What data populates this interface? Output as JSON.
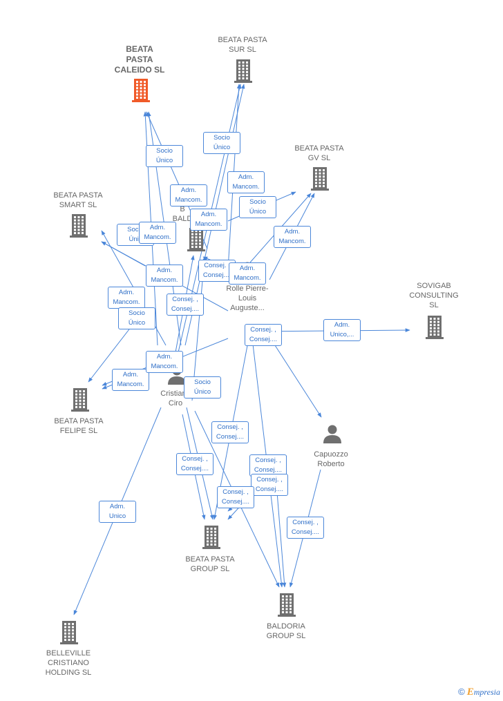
{
  "colors": {
    "edge": "#4a86d9",
    "building": "#6f6f6f",
    "building_primary": "#f05a28",
    "person": "#6f6f6f",
    "label": "#666666",
    "edge_text": "#2f6fc7"
  },
  "nodes": [
    {
      "id": "caleido",
      "kind": "company",
      "primary": true,
      "lines": [
        "BEATA",
        "PASTA",
        "CALEIDO SL"
      ],
      "icon": "building-icon"
    },
    {
      "id": "sur",
      "kind": "company",
      "lines": [
        "BEATA PASTA",
        "SUR SL"
      ],
      "icon": "building-icon"
    },
    {
      "id": "gv",
      "kind": "company",
      "lines": [
        "BEATA PASTA",
        "GV SL"
      ],
      "icon": "building-icon"
    },
    {
      "id": "smart",
      "kind": "company",
      "lines": [
        "BEATA PASTA",
        "SMART SL"
      ],
      "icon": "building-icon"
    },
    {
      "id": "baldoria_mid",
      "kind": "company",
      "lines": [
        "B",
        "BALD"
      ],
      "icon": "building-icon"
    },
    {
      "id": "sovigab",
      "kind": "company",
      "lines": [
        "SOVIGAB",
        "CONSULTING",
        "SL"
      ],
      "icon": "building-icon"
    },
    {
      "id": "rolle",
      "kind": "person",
      "lines": [
        "Rolle Pierre-",
        "Louis",
        "Auguste..."
      ],
      "icon": "person-icon"
    },
    {
      "id": "cristiano",
      "kind": "person",
      "lines": [
        "Cristiano",
        "Ciro"
      ],
      "icon": "person-icon"
    },
    {
      "id": "felipe",
      "kind": "company",
      "lines": [
        "BEATA PASTA",
        "FELIPE SL"
      ],
      "icon": "building-icon"
    },
    {
      "id": "capuozzo",
      "kind": "person",
      "lines": [
        "Capuozzo",
        "Roberto"
      ],
      "icon": "person-icon"
    },
    {
      "id": "group",
      "kind": "company",
      "lines": [
        "BEATA PASTA",
        "GROUP SL"
      ],
      "icon": "building-icon"
    },
    {
      "id": "baldoria",
      "kind": "company",
      "lines": [
        "BALDORIA",
        "GROUP SL"
      ],
      "icon": "building-icon"
    },
    {
      "id": "belleville",
      "kind": "company",
      "lines": [
        "BELLEVILLE",
        "CRISTIANO",
        "HOLDING SL"
      ],
      "icon": "building-icon"
    }
  ],
  "edge_labels": [
    {
      "id": "e1",
      "lines": [
        "Socio",
        "Único"
      ]
    },
    {
      "id": "e2",
      "lines": [
        "Socio",
        "Único"
      ]
    },
    {
      "id": "e3",
      "lines": [
        "Adm.",
        "Mancom."
      ]
    },
    {
      "id": "e4",
      "lines": [
        "Adm.",
        "Mancom."
      ]
    },
    {
      "id": "e5",
      "lines": [
        "Socio",
        "Único"
      ]
    },
    {
      "id": "e6",
      "lines": [
        "Adm.",
        "Mancom."
      ]
    },
    {
      "id": "e7",
      "lines": [
        "Socio",
        "Únic"
      ]
    },
    {
      "id": "e8",
      "lines": [
        "Adm.",
        "Mancom."
      ]
    },
    {
      "id": "e9",
      "lines": [
        "Adm.",
        "Mancom."
      ]
    },
    {
      "id": "e10",
      "lines": [
        "Adm.",
        "Mancom."
      ]
    },
    {
      "id": "e11",
      "lines": [
        "Consej. ,",
        "Consej...."
      ]
    },
    {
      "id": "e12",
      "lines": [
        "Adm.",
        "Mancom."
      ]
    },
    {
      "id": "e13",
      "lines": [
        "Adm.",
        "Mancom."
      ]
    },
    {
      "id": "e14",
      "lines": [
        "Consej. ,",
        "Consej...."
      ]
    },
    {
      "id": "e15",
      "lines": [
        "Socio",
        "Único"
      ]
    },
    {
      "id": "e16",
      "lines": [
        "Consej. ,",
        "Consej...."
      ]
    },
    {
      "id": "e17",
      "lines": [
        "Adm.",
        "Unico,..."
      ]
    },
    {
      "id": "e18",
      "lines": [
        "Adm.",
        "Mancom."
      ]
    },
    {
      "id": "e19",
      "lines": [
        "Adm.",
        "Mancom."
      ]
    },
    {
      "id": "e20",
      "lines": [
        "Socio",
        "Único"
      ]
    },
    {
      "id": "e21",
      "lines": [
        "Consej. ,",
        "Consej...."
      ]
    },
    {
      "id": "e22",
      "lines": [
        "Consej. ,",
        "Consej...."
      ]
    },
    {
      "id": "e23",
      "lines": [
        "Consej. ,",
        "Consej...."
      ]
    },
    {
      "id": "e24",
      "lines": [
        "Consej. ,",
        "Consej...."
      ]
    },
    {
      "id": "e25",
      "lines": [
        "Consej. ,",
        "Consej...."
      ]
    },
    {
      "id": "e26",
      "lines": [
        "Adm.",
        "Unico"
      ]
    },
    {
      "id": "e27",
      "lines": [
        "Consej. ,",
        "Consej...."
      ]
    }
  ],
  "footer": {
    "copyright": "©",
    "brand_first": "E",
    "brand_rest": "mpresia"
  }
}
